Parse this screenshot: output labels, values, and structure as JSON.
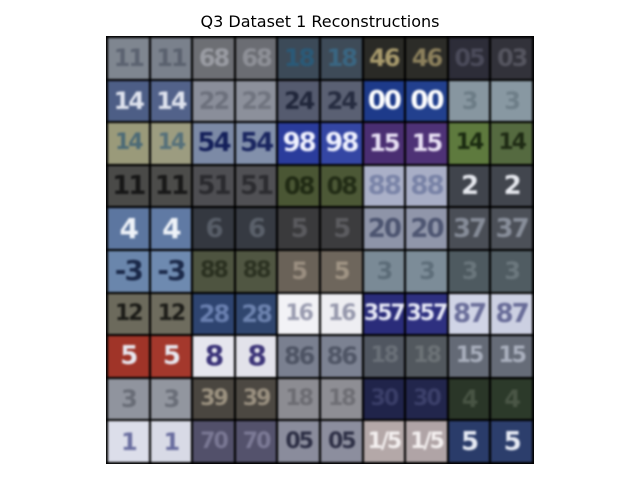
{
  "title": "Q3 Dataset 1 Reconstructions",
  "grid": {
    "rows": 10,
    "cols": 10,
    "cells": [
      {
        "text": "11",
        "bg": "#7f8690",
        "fg": "#5b6270",
        "size": 24
      },
      {
        "text": "11",
        "bg": "#7a818c",
        "fg": "#5a616e",
        "size": 24
      },
      {
        "text": "68",
        "bg": "#6d6f74",
        "fg": "#9a9ca3",
        "size": 24
      },
      {
        "text": "68",
        "bg": "#6b6d73",
        "fg": "#8e9097",
        "size": 24
      },
      {
        "text": "18",
        "bg": "#3c4a58",
        "fg": "#2a5a78",
        "size": 24
      },
      {
        "text": "18",
        "bg": "#3e4b58",
        "fg": "#3a6682",
        "size": 24
      },
      {
        "text": "46",
        "bg": "#2a2a26",
        "fg": "#a89a6c",
        "size": 24
      },
      {
        "text": "46",
        "bg": "#2c2c28",
        "fg": "#8c805c",
        "size": 24
      },
      {
        "text": "05",
        "bg": "#2d2d38",
        "fg": "#4b4b5a",
        "size": 24
      },
      {
        "text": "03",
        "bg": "#32323a",
        "fg": "#55555f",
        "size": 24
      },
      {
        "text": "14",
        "bg": "#4d5e86",
        "fg": "#dfe3ee",
        "size": 24
      },
      {
        "text": "14",
        "bg": "#52628a",
        "fg": "#dfe3ee",
        "size": 24
      },
      {
        "text": "22",
        "bg": "#8a8e9a",
        "fg": "#6c707c",
        "size": 24
      },
      {
        "text": "22",
        "bg": "#8c909b",
        "fg": "#70747f",
        "size": 24
      },
      {
        "text": "24",
        "bg": "#555b6f",
        "fg": "#20263a",
        "size": 24
      },
      {
        "text": "24",
        "bg": "#5a6073",
        "fg": "#262c40",
        "size": 24
      },
      {
        "text": "00",
        "bg": "#1d3a8a",
        "fg": "#ffffff",
        "size": 26
      },
      {
        "text": "00",
        "bg": "#22408e",
        "fg": "#ffffff",
        "size": 26
      },
      {
        "text": "3",
        "bg": "#8796a0",
        "fg": "#6c7c86",
        "size": 24
      },
      {
        "text": "3",
        "bg": "#8898a2",
        "fg": "#6e7e88",
        "size": 24
      },
      {
        "text": "14",
        "bg": "#9a9a7a",
        "fg": "#4c6a76",
        "size": 22
      },
      {
        "text": "14",
        "bg": "#9c9c80",
        "fg": "#55707a",
        "size": 22
      },
      {
        "text": "54",
        "bg": "#7c8aa6",
        "fg": "#14205a",
        "size": 26
      },
      {
        "text": "54",
        "bg": "#8290ab",
        "fg": "#1a2660",
        "size": 26
      },
      {
        "text": "98",
        "bg": "#2a3c9c",
        "fg": "#f0f2ff",
        "size": 26
      },
      {
        "text": "98",
        "bg": "#3446a4",
        "fg": "#f0f2ff",
        "size": 26
      },
      {
        "text": "15",
        "bg": "#4a2e72",
        "fg": "#e8e0f4",
        "size": 24
      },
      {
        "text": "15",
        "bg": "#4e3276",
        "fg": "#e8e0f4",
        "size": 24
      },
      {
        "text": "14",
        "bg": "#5e7a3e",
        "fg": "#1a2a10",
        "size": 22
      },
      {
        "text": "14",
        "bg": "#556a40",
        "fg": "#1e2a14",
        "size": 22
      },
      {
        "text": "11",
        "bg": "#4a4a48",
        "fg": "#161616",
        "size": 26
      },
      {
        "text": "11",
        "bg": "#4c4c4a",
        "fg": "#181818",
        "size": 26
      },
      {
        "text": "51",
        "bg": "#4e4e52",
        "fg": "#2a2a2e",
        "size": 26
      },
      {
        "text": "51",
        "bg": "#505054",
        "fg": "#2c2c30",
        "size": 26
      },
      {
        "text": "08",
        "bg": "#4a5634",
        "fg": "#202a14",
        "size": 24
      },
      {
        "text": "08",
        "bg": "#4c5836",
        "fg": "#222c16",
        "size": 24
      },
      {
        "text": "88",
        "bg": "#aab0c8",
        "fg": "#7a84a8",
        "size": 26
      },
      {
        "text": "88",
        "bg": "#a8aec6",
        "fg": "#7882a6",
        "size": 26
      },
      {
        "text": "2",
        "bg": "#40444c",
        "fg": "#e6e8ee",
        "size": 26
      },
      {
        "text": "2",
        "bg": "#42464e",
        "fg": "#e6e8ee",
        "size": 26
      },
      {
        "text": "4",
        "bg": "#5c76a0",
        "fg": "#eef2f8",
        "size": 28
      },
      {
        "text": "4",
        "bg": "#607aa4",
        "fg": "#eef2f8",
        "size": 28
      },
      {
        "text": "6",
        "bg": "#343840",
        "fg": "#585e68",
        "size": 26
      },
      {
        "text": "6",
        "bg": "#363a42",
        "fg": "#5a606a",
        "size": 26
      },
      {
        "text": "5",
        "bg": "#3a3a3c",
        "fg": "#5a5a5e",
        "size": 26
      },
      {
        "text": "5",
        "bg": "#3c3c3e",
        "fg": "#5c5c60",
        "size": 26
      },
      {
        "text": "20",
        "bg": "#8e94a8",
        "fg": "#4c5470",
        "size": 26
      },
      {
        "text": "20",
        "bg": "#9096aa",
        "fg": "#4e5672",
        "size": 26
      },
      {
        "text": "37",
        "bg": "#4a4e56",
        "fg": "#868c98",
        "size": 26
      },
      {
        "text": "37",
        "bg": "#4c5058",
        "fg": "#888e9a",
        "size": 26
      },
      {
        "text": "-3",
        "bg": "#6a86ac",
        "fg": "#1a2848",
        "size": 28
      },
      {
        "text": "-3",
        "bg": "#6e8ab0",
        "fg": "#1c2a4a",
        "size": 28
      },
      {
        "text": "88",
        "bg": "#4e5440",
        "fg": "#2a3020",
        "size": 22
      },
      {
        "text": "88",
        "bg": "#505642",
        "fg": "#2c3222",
        "size": 22
      },
      {
        "text": "5",
        "bg": "#6a6258",
        "fg": "#9a8e80",
        "size": 24
      },
      {
        "text": "5",
        "bg": "#6e665c",
        "fg": "#a09484",
        "size": 24
      },
      {
        "text": "3",
        "bg": "#7a8a96",
        "fg": "#5c6c78",
        "size": 24
      },
      {
        "text": "3",
        "bg": "#7c8c98",
        "fg": "#5e6e7a",
        "size": 24
      },
      {
        "text": "3",
        "bg": "#4e5a60",
        "fg": "#6a767c",
        "size": 24
      },
      {
        "text": "3",
        "bg": "#505c62",
        "fg": "#6c787e",
        "size": 24
      },
      {
        "text": "12",
        "bg": "#6c6a5c",
        "fg": "#1a1a16",
        "size": 22
      },
      {
        "text": "12",
        "bg": "#6e6c5e",
        "fg": "#1c1c18",
        "size": 22
      },
      {
        "text": "28",
        "bg": "#2e4470",
        "fg": "#6a80b0",
        "size": 24
      },
      {
        "text": "28",
        "bg": "#30466e",
        "fg": "#6c82ae",
        "size": 24
      },
      {
        "text": "16",
        "bg": "#f2f2f6",
        "fg": "#9a9cb0",
        "size": 22
      },
      {
        "text": "16",
        "bg": "#eeeef2",
        "fg": "#9698ac",
        "size": 22
      },
      {
        "text": "357",
        "bg": "#2a2c7a",
        "fg": "#e6e8f6",
        "size": 22
      },
      {
        "text": "357",
        "bg": "#2e3080",
        "fg": "#e6e8f6",
        "size": 22
      },
      {
        "text": "87",
        "bg": "#d0d4e6",
        "fg": "#6a6e9a",
        "size": 26
      },
      {
        "text": "87",
        "bg": "#ccd0e2",
        "fg": "#686c98",
        "size": 26
      },
      {
        "text": "5",
        "bg": "#a03428",
        "fg": "#e8e8f0",
        "size": 26
      },
      {
        "text": "5",
        "bg": "#a4382c",
        "fg": "#e8e8f0",
        "size": 26
      },
      {
        "text": "8",
        "bg": "#e6e6ee",
        "fg": "#3a3278",
        "size": 28
      },
      {
        "text": "8",
        "bg": "#e2e2ea",
        "fg": "#3c3478",
        "size": 28
      },
      {
        "text": "86",
        "bg": "#7a8090",
        "fg": "#4e5464",
        "size": 24
      },
      {
        "text": "86",
        "bg": "#7c8292",
        "fg": "#505666",
        "size": 24
      },
      {
        "text": "18",
        "bg": "#505660",
        "fg": "#6a7078",
        "size": 22
      },
      {
        "text": "18",
        "bg": "#52585e",
        "fg": "#6c7276",
        "size": 22
      },
      {
        "text": "15",
        "bg": "#646a76",
        "fg": "#a8aebc",
        "size": 22
      },
      {
        "text": "15",
        "bg": "#666c78",
        "fg": "#aab0be",
        "size": 22
      },
      {
        "text": "3",
        "bg": "#90949e",
        "fg": "#686c76",
        "size": 24
      },
      {
        "text": "3",
        "bg": "#92969f",
        "fg": "#6a6e78",
        "size": 24
      },
      {
        "text": "39",
        "bg": "#4a4640",
        "fg": "#9c9280",
        "size": 22
      },
      {
        "text": "39",
        "bg": "#4c4842",
        "fg": "#9a9080",
        "size": 22
      },
      {
        "text": "18",
        "bg": "#8c8c92",
        "fg": "#6c6c72",
        "size": 22
      },
      {
        "text": "18",
        "bg": "#8e8e94",
        "fg": "#6e6e74",
        "size": 22
      },
      {
        "text": "30",
        "bg": "#20244a",
        "fg": "#3a3e68",
        "size": 22
      },
      {
        "text": "30",
        "bg": "#22264c",
        "fg": "#3c406a",
        "size": 22
      },
      {
        "text": "4",
        "bg": "#2a3628",
        "fg": "#485444",
        "size": 24
      },
      {
        "text": "4",
        "bg": "#2c3a2a",
        "fg": "#4a5646",
        "size": 24
      },
      {
        "text": "1",
        "bg": "#dcdeea",
        "fg": "#6a6ea0",
        "size": 24
      },
      {
        "text": "1",
        "bg": "#d8dae6",
        "fg": "#686c9e",
        "size": 24
      },
      {
        "text": "70",
        "bg": "#52506a",
        "fg": "#7a7894",
        "size": 22
      },
      {
        "text": "70",
        "bg": "#54526c",
        "fg": "#7c7a96",
        "size": 22
      },
      {
        "text": "05",
        "bg": "#8a8c9c",
        "fg": "#2c2e44",
        "size": 22
      },
      {
        "text": "05",
        "bg": "#8c8e9e",
        "fg": "#2e3046",
        "size": 22
      },
      {
        "text": "1/5",
        "bg": "#b4a8a8",
        "fg": "#f4f0f0",
        "size": 22
      },
      {
        "text": "1/5",
        "bg": "#b0a4a6",
        "fg": "#f4f0f0",
        "size": 22
      },
      {
        "text": "5",
        "bg": "#2a3c6a",
        "fg": "#e6eaf4",
        "size": 26
      },
      {
        "text": "5",
        "bg": "#2c3e6c",
        "fg": "#e6eaf4",
        "size": 26
      }
    ]
  }
}
